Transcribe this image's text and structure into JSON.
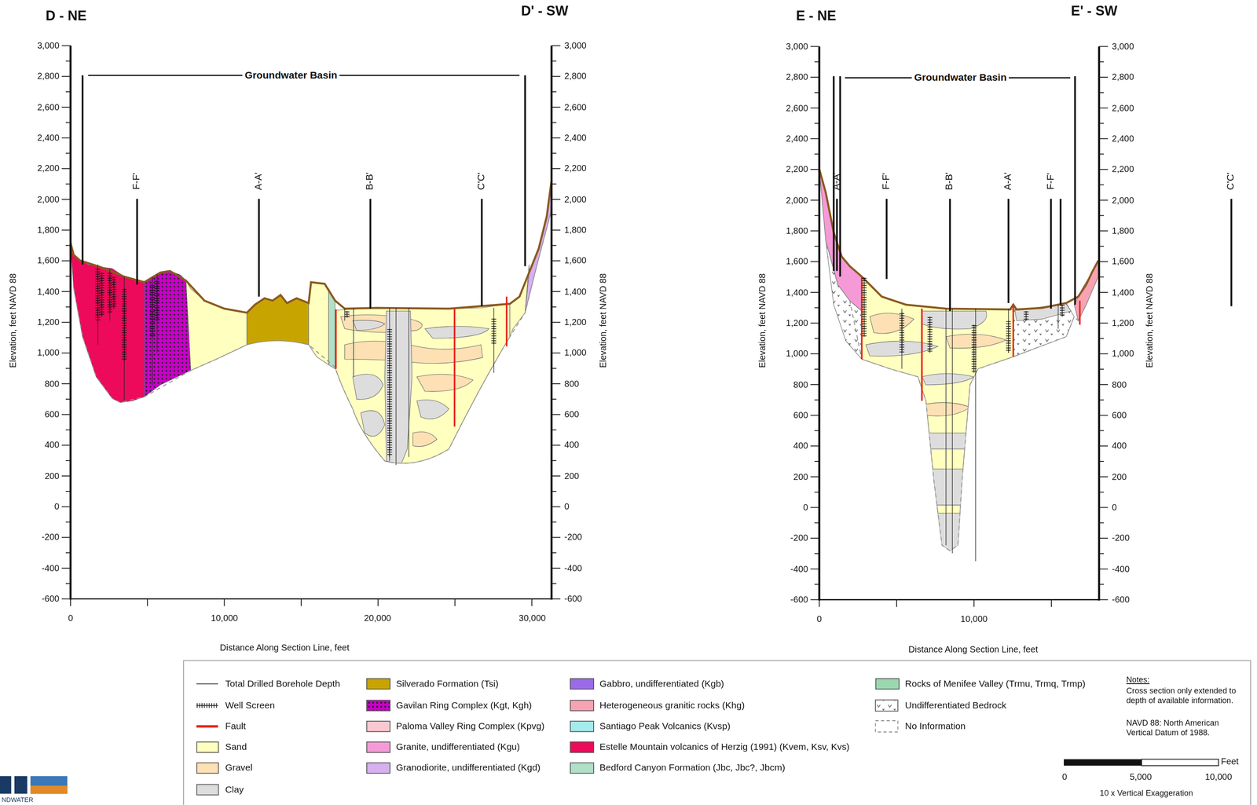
{
  "diagram": {
    "labels": [
      "D - NE",
      "D' - SW",
      "E - NE",
      "E' - SW",
      "Groundwater Basin",
      "Groundwater Basin",
      "3,000",
      "2,800",
      "2,600",
      "2,400",
      "2,200",
      "2,000",
      "1,800",
      "1,600",
      "1,400",
      "1,200",
      "1,000",
      "800",
      "600",
      "400",
      "200",
      "0",
      "-200",
      "-400",
      "-600",
      "3,000",
      "2,800",
      "2,600",
      "2,400",
      "2,200",
      "2,000",
      "1,800",
      "1,600",
      "1,400",
      "1,200",
      "1,000",
      "800",
      "600",
      "400",
      "200",
      "0",
      "-200",
      "-400",
      "-600",
      "3,000",
      "2,800",
      "2,600",
      "2,400",
      "2,200",
      "2,000",
      "1,800",
      "1,600",
      "1,400",
      "1,200",
      "1,000",
      "800",
      "600",
      "400",
      "200",
      "0",
      "-200",
      "-400",
      "-600",
      "3,000",
      "2,800",
      "2,600",
      "2,400",
      "2,200",
      "2,000",
      "1,800",
      "1,600",
      "1,400",
      "1,200",
      "1,000",
      "800",
      "600",
      "400",
      "200",
      "0",
      "-200",
      "-400",
      "-600",
      "F-F'",
      "A-A'",
      "B-B'",
      "C'C'",
      "A-A'",
      "F-F'",
      "B-B'",
      "A-A'",
      "F-F'",
      "C'C'",
      "0",
      "10,000",
      "20,000",
      "30,000",
      "0",
      "10,000",
      "Elevation, feet NAVD 88",
      "Elevation, feet NAVD 88",
      "Elevation, feet NAVD 88",
      "Elevation, feet NAVD 88",
      "Distance Along Section Line, feet",
      "Distance Along Section Line, feet",
      "Notes:",
      "Cross section only extended to depth of available information.",
      "NAVD 88: North American Vertical Datum of 1988.",
      "Feet",
      "0",
      "5,000",
      "10,000",
      "10 x Vertical Exaggeration",
      "NDWATER"
    ],
    "legend": [
      {
        "text": "Total Drilled Borehole Depth"
      },
      {
        "text": "Well Screen"
      },
      {
        "text": "Fault"
      },
      {
        "text": "Sand",
        "color": "#ffffc0"
      },
      {
        "text": "Gravel",
        "color": "#fde0b4"
      },
      {
        "text": "Clay",
        "color": "#dddddd"
      },
      {
        "text": "Silverado Formation (Tsi)",
        "color": "#c8a400"
      },
      {
        "text": "Gavilan Ring Complex (Kgt, Kgh)",
        "color": "#c800c8"
      },
      {
        "text": "Paloma Valley Ring Complex (Kpvg)",
        "color": "#f9c8d0"
      },
      {
        "text": "Granite, undifferentiated (Kgu)",
        "color": "#f59ad6"
      },
      {
        "text": "Granodiorite, undifferentiated (Kgd)",
        "color": "#d7b0ef"
      },
      {
        "text": "Gabbro, undifferentiated (Kgb)",
        "color": "#9a6ae8"
      },
      {
        "text": "Heterogeneous granitic rocks (Khg)",
        "color": "#f7a3b4"
      },
      {
        "text": "Santiago Peak Volcanics (Kvsp)",
        "color": "#a4ecec"
      },
      {
        "text": "Estelle Mountain volcanics of Herzig (1991) (Kvem, Ksv, Kvs)",
        "color": "#ee0a5a"
      },
      {
        "text": "Bedford Canyon Formation (Jbc, Jbc?,  Jbcm)",
        "color": "#b0e0c8"
      },
      {
        "text": "Rocks of Menifee Valley (Trmu, Trmq, Trmp)",
        "color": "#9ad8b0"
      },
      {
        "text": "Undifferentiated Bedrock"
      },
      {
        "text": "No Information"
      }
    ]
  }
}
